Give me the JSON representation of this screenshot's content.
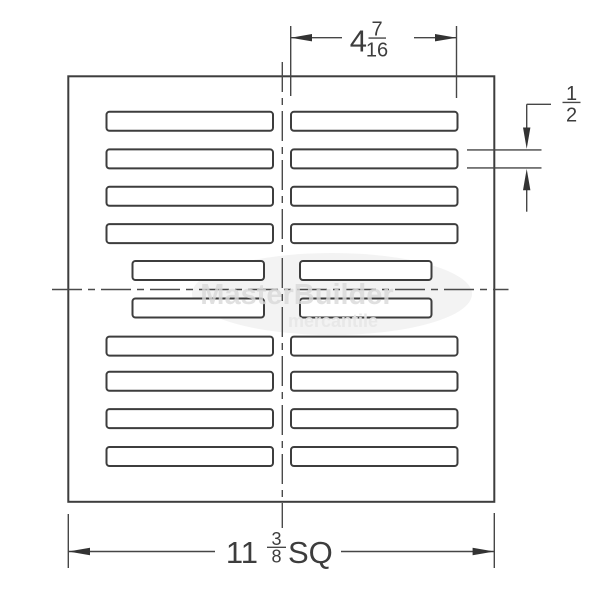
{
  "dimensions": {
    "top": {
      "whole": "4",
      "numerator": "7",
      "denominator": "16"
    },
    "right": {
      "numerator": "1",
      "denominator": "2"
    },
    "bottom": {
      "whole": "11",
      "numerator": "3",
      "denominator": "8",
      "suffix": "SQ"
    }
  },
  "watermark": {
    "line1": "MasterBuilder",
    "line2": "mercantile"
  },
  "colors": {
    "line": "#3d3d3d",
    "dimension_line": "#464646",
    "background": "#ffffff",
    "watermark_ellipse": "#f3f3f3",
    "watermark_text": "#d9d9d9",
    "watermark_subtext": "#e7e7e7"
  }
}
